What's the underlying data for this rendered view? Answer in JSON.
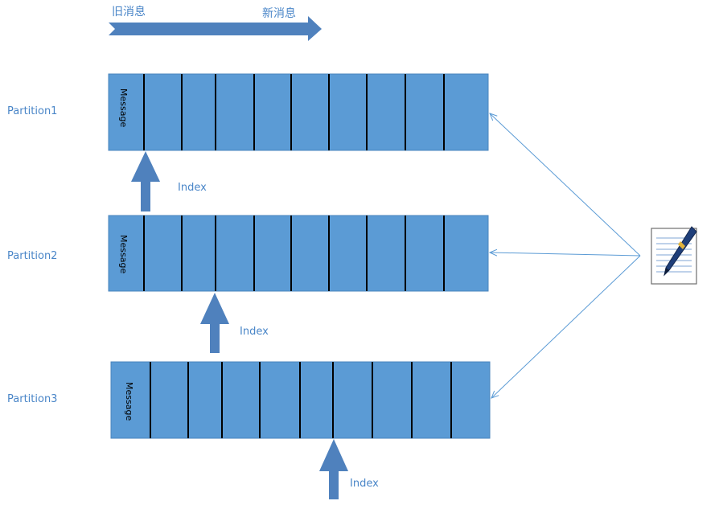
{
  "header": {
    "old_label": "旧消息",
    "new_label": "新消息"
  },
  "partitions": [
    {
      "name": "Partition1",
      "cell_label": "Message",
      "index_label": "Index"
    },
    {
      "name": "Partition2",
      "cell_label": "Message",
      "index_label": "Index"
    },
    {
      "name": "Partition3",
      "cell_label": "Message",
      "index_label": "Index"
    }
  ],
  "colors": {
    "cell_fill": "#5b9bd5",
    "cell_border": "#4a84bd",
    "arrow_fill": "#4f81bd",
    "text": "#4a86c8",
    "connector": "#5b9bd5"
  },
  "icons": {
    "producer": "document-pen-icon"
  }
}
